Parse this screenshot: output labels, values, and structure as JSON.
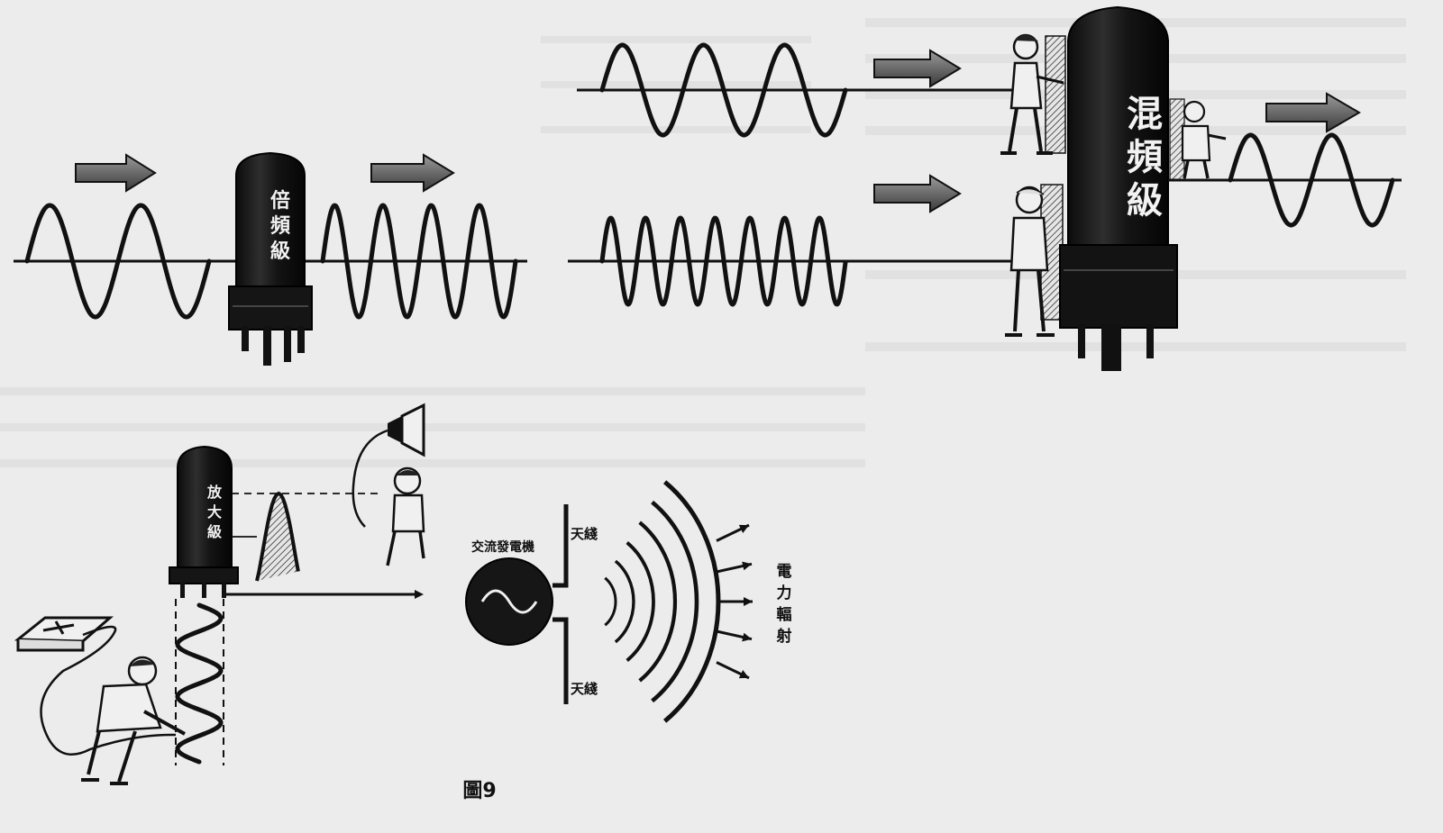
{
  "figure": {
    "caption": "圖9"
  },
  "panels": {
    "doubler": {
      "tube_label_chars": [
        "倍",
        "頻",
        "級"
      ]
    },
    "mixer": {
      "tube_label_chars": [
        "混",
        "頻",
        "級"
      ]
    },
    "amplifier": {
      "tube_label_chars": [
        "放",
        "大",
        "級"
      ],
      "generator_label": "交流發電機",
      "antenna_top_label": "天綫",
      "antenna_bottom_label": "天綫",
      "radiation_label_chars": [
        "電",
        "力",
        "輻",
        "射"
      ]
    }
  },
  "colors": {
    "ink": "#111111",
    "paper": "#ececec",
    "tube_body": "#1a1a1a",
    "arrow_fill": "#6a6a6a"
  }
}
